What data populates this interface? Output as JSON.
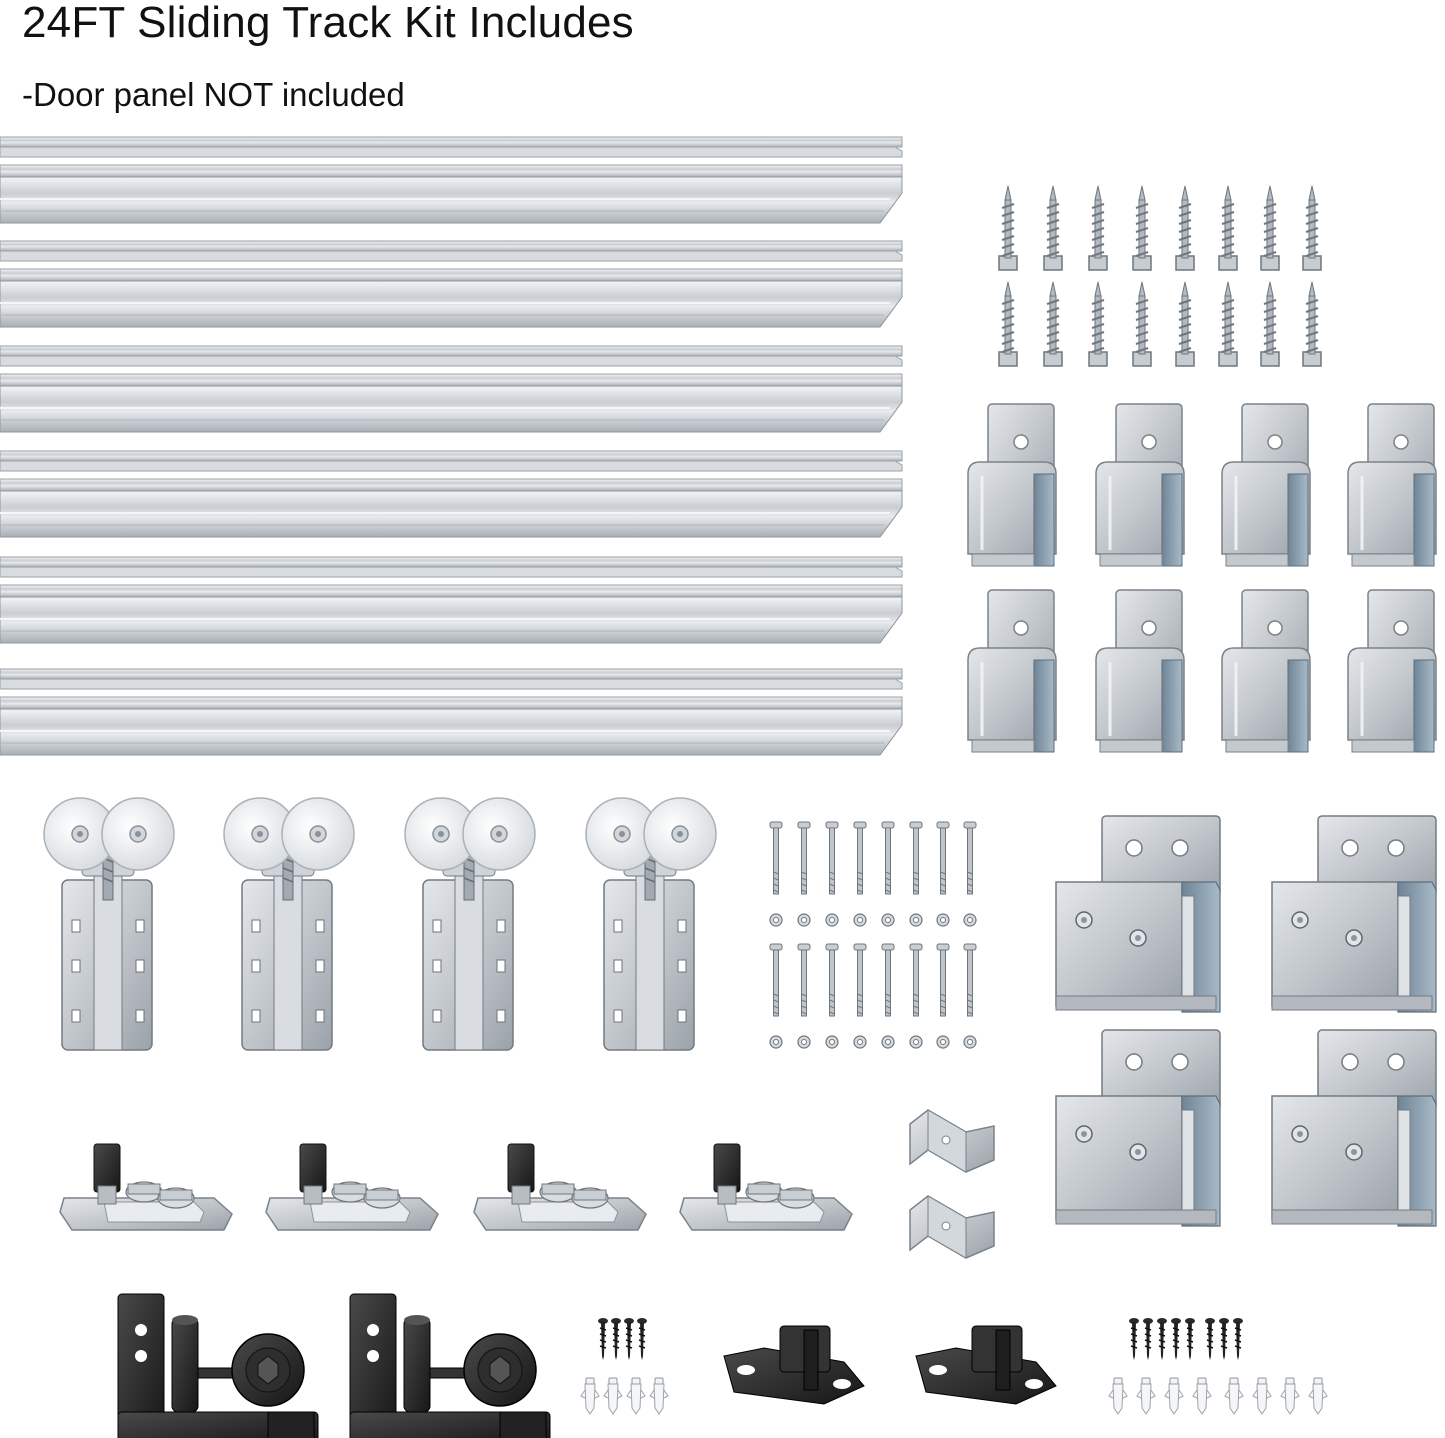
{
  "heading": {
    "title": "24FT Sliding Track Kit Includes",
    "subtitle": "-Door panel NOT included"
  },
  "parts": {
    "track_rails": 6,
    "lag_screws": 16,
    "track_brackets": 8,
    "roller_hangers": 4,
    "bolts_with_nuts": 16,
    "guide_stoppers": 4,
    "small_u_clips": 2,
    "header_brackets": 4,
    "floor_guides_adjustable": 2,
    "floor_guides_plastic": 2,
    "screw_anchor_sets": 2
  },
  "colors": {
    "steel_light": "#e6e8eb",
    "steel_mid": "#b9bec4",
    "steel_dark": "#7d858d",
    "zinc_blue": "#8fa3b4",
    "nylon_wheel": "#eceff1",
    "black_part": "#2a2a2a"
  }
}
